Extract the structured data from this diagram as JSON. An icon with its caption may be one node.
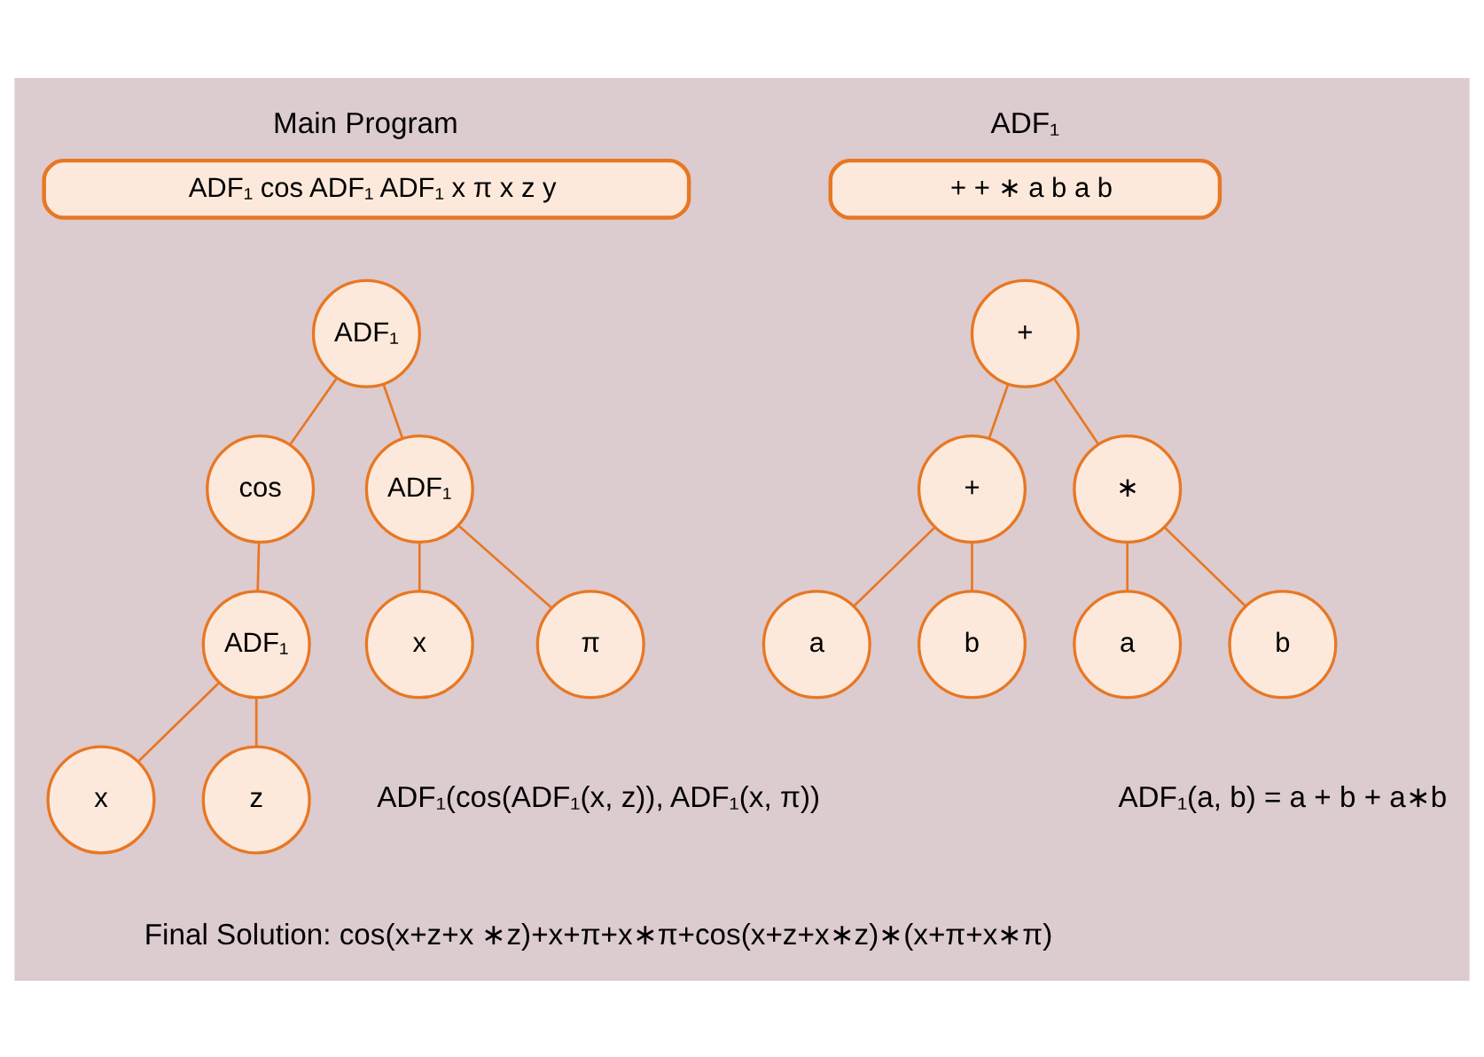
{
  "diagram": {
    "nodes": [
      {
        "text": [
          "Main Program",
          "ADF₁ cos ADF₁ ADF₁ x π x z y"
        ]
      },
      {
        "text": [
          "ADF₁",
          "+ + ∗ a b a b"
        ]
      },
      {
        "text": [
          "ADF₁"
        ]
      },
      {
        "text": [
          "cos"
        ]
      },
      {
        "text": [
          "ADF₁"
        ]
      },
      {
        "text": [
          "ADF₁"
        ]
      },
      {
        "text": [
          "x"
        ]
      },
      {
        "text": [
          "π"
        ]
      },
      {
        "text": [
          "x"
        ]
      },
      {
        "text": [
          "z"
        ]
      },
      {
        "text": [
          "+"
        ]
      },
      {
        "text": [
          "+"
        ]
      },
      {
        "text": [
          "∗"
        ]
      },
      {
        "text": [
          "a"
        ]
      },
      {
        "text": [
          "b"
        ]
      },
      {
        "text": [
          "a"
        ]
      },
      {
        "text": [
          "b"
        ]
      }
    ],
    "edges": [
      {
        "from": 2,
        "to": 3,
        "arrow": "none"
      },
      {
        "from": 2,
        "to": 4,
        "arrow": "none"
      },
      {
        "from": 3,
        "to": 5,
        "arrow": "none"
      },
      {
        "from": 4,
        "to": 6,
        "arrow": "none"
      },
      {
        "from": 4,
        "to": 7,
        "arrow": "none"
      },
      {
        "from": 5,
        "to": 8,
        "arrow": "none"
      },
      {
        "from": 5,
        "to": 9,
        "arrow": "none"
      },
      {
        "from": 10,
        "to": 11,
        "arrow": "none"
      },
      {
        "from": 10,
        "to": 12,
        "arrow": "none"
      },
      {
        "from": 11,
        "to": 13,
        "arrow": "none"
      },
      {
        "from": 11,
        "to": 14,
        "arrow": "none"
      },
      {
        "from": 12,
        "to": 15,
        "arrow": "none"
      },
      {
        "from": 12,
        "to": 16,
        "arrow": "none"
      }
    ],
    "labels": [
      "ADF₁(a, b) = a + b + a∗b",
      "ADF₁(cos(ADF₁(x, z)), ADF₁(x, π))",
      "Final Solution: cos(x+z+x ∗z)+x+π+x∗π+cos(x+z+x∗z)∗(x+π+x∗π)"
    ]
  }
}
